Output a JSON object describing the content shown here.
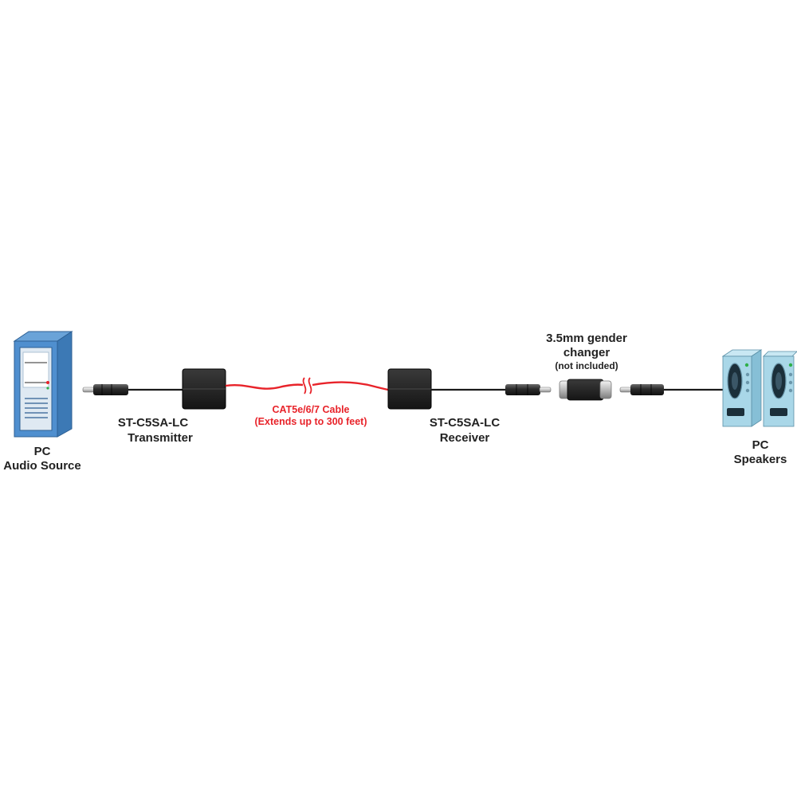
{
  "colors": {
    "cable_black": "#1b1b1b",
    "cable_red": "#e8232a",
    "pc_blue": "#4f8fcf",
    "speaker_blue": "#a9d7e8"
  },
  "nodes": {
    "pc": {
      "line1": "PC",
      "line2": "Audio Source",
      "icon": "pc-tower-icon"
    },
    "transmitter": {
      "line1": "ST-C5SA-LC",
      "line2": "Transmitter"
    },
    "receiver": {
      "line1": "ST-C5SA-LC",
      "line2": "Receiver"
    },
    "gender_changer": {
      "line1": "3.5mm gender",
      "line2": "changer",
      "line3": "(not included)"
    },
    "speakers": {
      "line1": "PC",
      "line2": "Speakers",
      "icon": "speakers-icon"
    }
  },
  "cable": {
    "line1": "CAT5e/6/7 Cable",
    "line2": "(Extends up to 300 feet)"
  }
}
